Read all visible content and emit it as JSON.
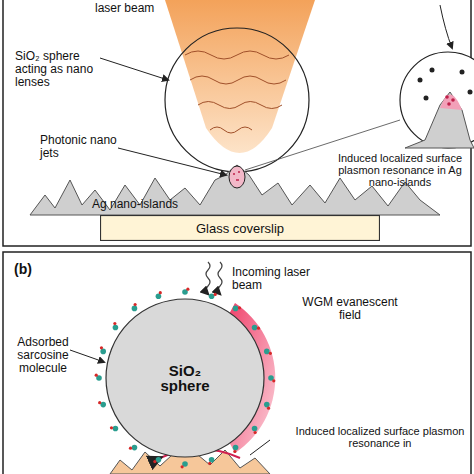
{
  "diagram": {
    "nodes": [
      {
        "text": [
          "Glass coverslip"
        ]
      },
      {
        "text": [
          "SiO₂ sphere"
        ]
      }
    ],
    "labels": [
      "laser beam",
      "SiO₂ sphere acting as nano lenses",
      "Photonic nano jets",
      "Ag nano-islands",
      "Induced localized surface plasmon resonance in Ag nano-islands",
      "(b)",
      "Incoming laser beam",
      "WGM evanescent field",
      "Adsorbed sarcosine molecule",
      "Induced localized surface plasmon resonance in"
    ]
  }
}
